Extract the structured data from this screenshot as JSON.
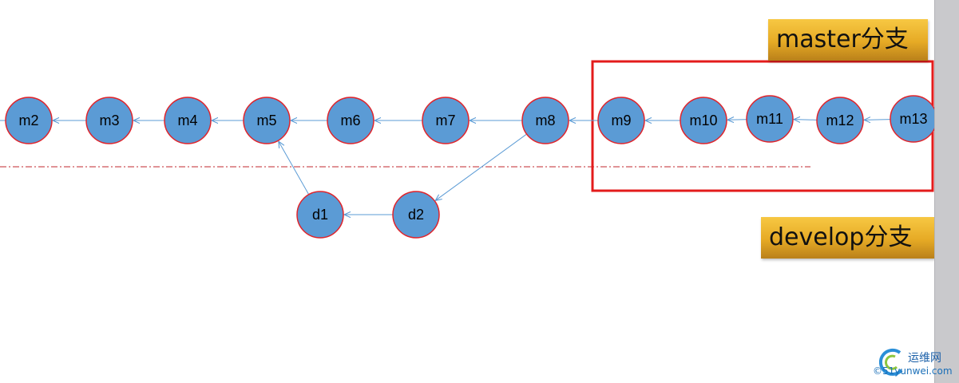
{
  "diagram": {
    "master_commits": [
      "m2",
      "m3",
      "m4",
      "m5",
      "m6",
      "m7",
      "m8",
      "m9",
      "m10",
      "m11",
      "m12",
      "m13"
    ],
    "develop_commits": [
      "d1",
      "d2"
    ],
    "links": [
      [
        "m3",
        "m2"
      ],
      [
        "m4",
        "m3"
      ],
      [
        "m5",
        "m4"
      ],
      [
        "m6",
        "m5"
      ],
      [
        "m7",
        "m6"
      ],
      [
        "m8",
        "m7"
      ],
      [
        "m9",
        "m8"
      ],
      [
        "m10",
        "m9"
      ],
      [
        "m11",
        "m10"
      ],
      [
        "m12",
        "m11"
      ],
      [
        "m13",
        "m12"
      ],
      [
        "m8",
        "d2"
      ],
      [
        "d2",
        "d1"
      ],
      [
        "d1",
        "m5"
      ]
    ],
    "highlighted_commits": [
      "m9",
      "m10",
      "m11",
      "m12",
      "m13"
    ],
    "colors": {
      "node_fill": "#5b9bd5",
      "node_stroke": "#e0242b",
      "arrow": "#5b9bd5",
      "highlight_box": "#e31b1b",
      "separator": "#c0272d"
    }
  },
  "branches": {
    "master_label": "master分支",
    "develop_label": "develop分支"
  },
  "watermark": {
    "title": "运维网",
    "site": "©51yunwei.com"
  }
}
